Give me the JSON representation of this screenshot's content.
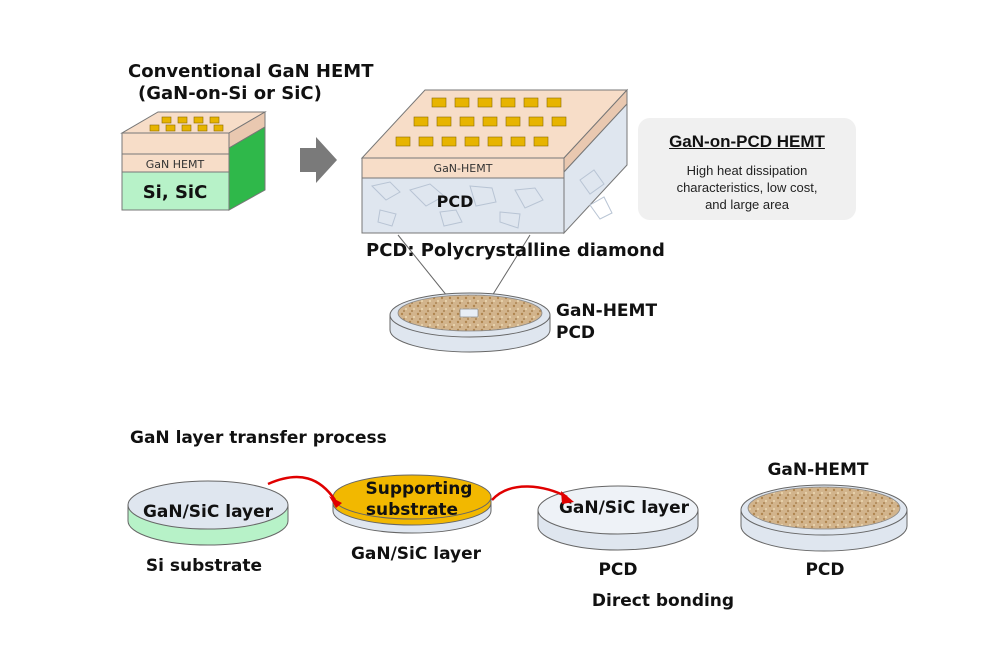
{
  "conventional": {
    "title_line1": "Conventional GaN HEMT",
    "title_line2": "(GaN-on-Si or SiC)",
    "device_layer_label": "GaN HEMT",
    "substrate_label": "Si, SiC"
  },
  "pcd_device": {
    "device_layer_label": "GaN-HEMT",
    "substrate_label": "PCD",
    "caption": "PCD: Polycrystalline diamond"
  },
  "info_box": {
    "title": "GaN-on-PCD HEMT",
    "description": "High heat dissipation\ncharacteristics, low cost,\nand large area"
  },
  "wafer": {
    "label_top": "GaN-HEMT",
    "label_bottom": "PCD"
  },
  "process": {
    "title": "GaN layer transfer process",
    "step1_disk_label": "GaN/SiC layer",
    "step1_caption": "Si substrate",
    "step2_disk_label_line1": "Supporting",
    "step2_disk_label_line2": "substrate",
    "step2_caption": "GaN/SiC layer",
    "step3_disk_label": "GaN/SiC layer",
    "step3_caption": "PCD",
    "step3_subcaption": "Direct bonding",
    "step4_top_label": "GaN-HEMT",
    "step4_caption": "PCD"
  },
  "colors": {
    "device_layer": "#f7ddc8",
    "si_sic_substrate": "#b7f2c8",
    "green_side": "#2fb84a",
    "pad_gold": "#e7b400",
    "pcd_face": "#dfe6ef",
    "supporting_substrate": "#f2b800",
    "arrow_red": "#e00000",
    "gray_arrow": "#7a7a7a",
    "info_box_bg": "#f0f0f0"
  }
}
